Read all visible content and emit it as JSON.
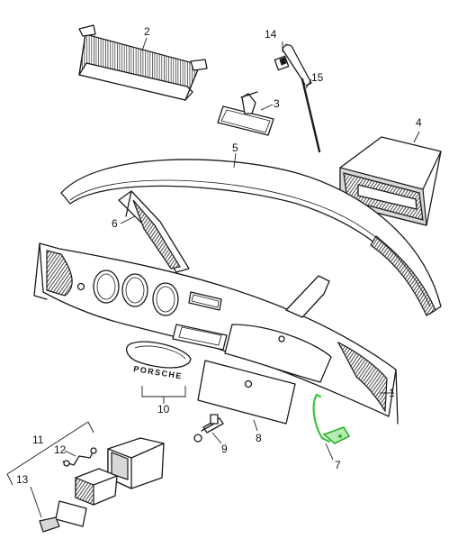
{
  "diagram": {
    "parts": [
      {
        "id": "dashboard",
        "label": "1"
      },
      {
        "id": "glovebox-tray",
        "label": "2"
      },
      {
        "id": "rear-view-mirror",
        "label": "3"
      },
      {
        "id": "radio-box",
        "label": "4"
      },
      {
        "id": "dash-pad",
        "label": "5"
      },
      {
        "id": "support-bracket",
        "label": "6"
      },
      {
        "id": "glovebox-stay",
        "label": "7",
        "highlight": "#3cc43c"
      },
      {
        "id": "glovebox-lid",
        "label": "8"
      },
      {
        "id": "lock",
        "label": "9"
      },
      {
        "id": "porsche-script",
        "label": "10"
      },
      {
        "id": "ashtray-assembly",
        "label": "11"
      },
      {
        "id": "ashtray-spring",
        "label": "12"
      },
      {
        "id": "ashtray-knob",
        "label": "13"
      },
      {
        "id": "clip",
        "label": "14"
      },
      {
        "id": "antenna-rod",
        "label": "15"
      }
    ],
    "script_text": "PORSCHE"
  }
}
